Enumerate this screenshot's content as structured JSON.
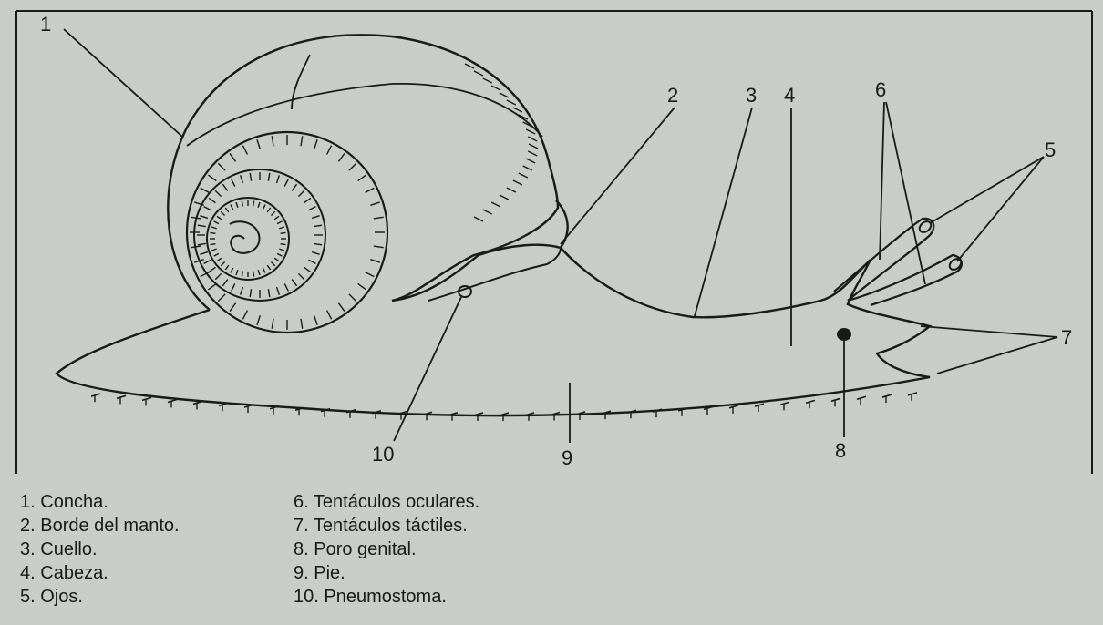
{
  "callouts": {
    "n1": "1",
    "n2": "2",
    "n3": "3",
    "n4": "4",
    "n5": "5",
    "n6": "6",
    "n7": "7",
    "n8": "8",
    "n9": "9",
    "n10": "10"
  },
  "legend": {
    "left": [
      {
        "num": "1.",
        "text": "Concha."
      },
      {
        "num": "2.",
        "text": "Borde del manto."
      },
      {
        "num": "3.",
        "text": "Cuello."
      },
      {
        "num": "4.",
        "text": "Cabeza."
      },
      {
        "num": "5.",
        "text": "Ojos."
      }
    ],
    "right": [
      {
        "num": "6.",
        "text": "Tentáculos oculares."
      },
      {
        "num": "7.",
        "text": "Tentáculos táctiles."
      },
      {
        "num": "8.",
        "text": "Poro genital."
      },
      {
        "num": "9.",
        "text": "Pie."
      },
      {
        "num": "10.",
        "text": "Pneumostoma."
      }
    ]
  },
  "colors": {
    "paper": "#c9ccc8",
    "ink": "#1a1a1a"
  }
}
